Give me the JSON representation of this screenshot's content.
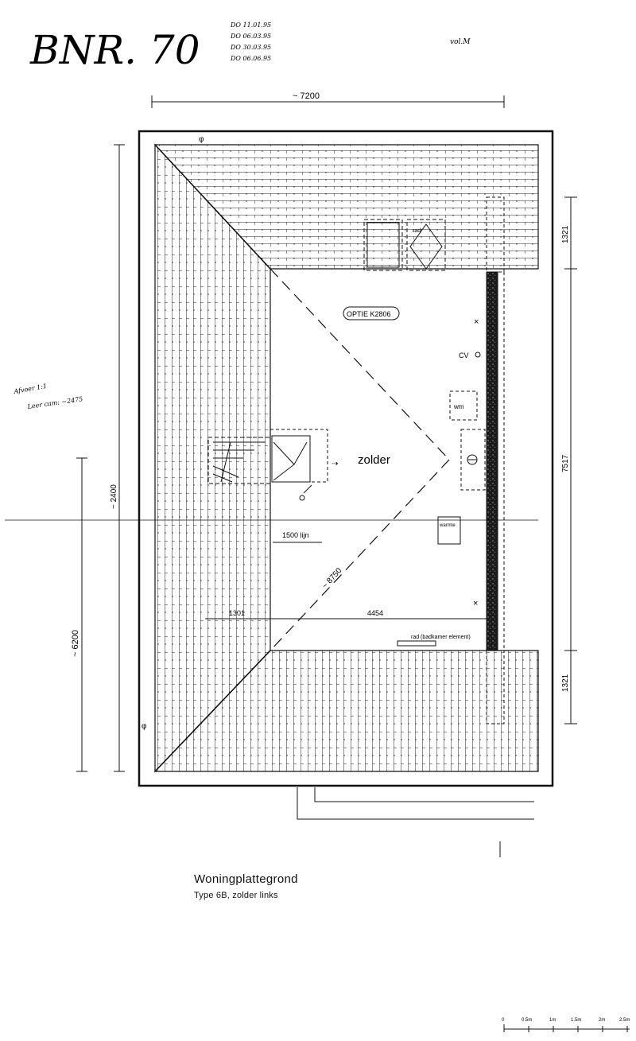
{
  "sheet": {
    "code": "BNR. 70",
    "revisions": [
      "DO 11.01.95",
      "DO 06.03.95",
      "DO 30.03.95",
      "DO 06.06.95"
    ],
    "corner_note": "vol.M"
  },
  "room": {
    "name": "zolder"
  },
  "labels": {
    "option": "OPTIE K2806",
    "cv": "CV",
    "wm": "wm",
    "heater": "warmte",
    "line_1500": "1500 lijn",
    "radiator": "rad (badkamer element)",
    "skylight_rad": "rad",
    "side_note_1": "Afvoer 1:1",
    "side_note_2": "Leer cam: ~2475"
  },
  "dimensions": {
    "top_width": "~ 7200",
    "right_top": "1321",
    "right_mid": "7517",
    "right_bottom": "1321",
    "left_height": "~ 6200",
    "left_partial": "~ 2400",
    "dim_1301": "1301",
    "dim_4454": "4454",
    "diagonal": "~ 8750"
  },
  "caption": {
    "title": "Woningplattegrond",
    "subtitle": "Type 6B, zolder links"
  },
  "scale_bar": {
    "ticks": [
      "0",
      "0.5m",
      "1m",
      "1.5m",
      "2m",
      "2.5m"
    ]
  }
}
